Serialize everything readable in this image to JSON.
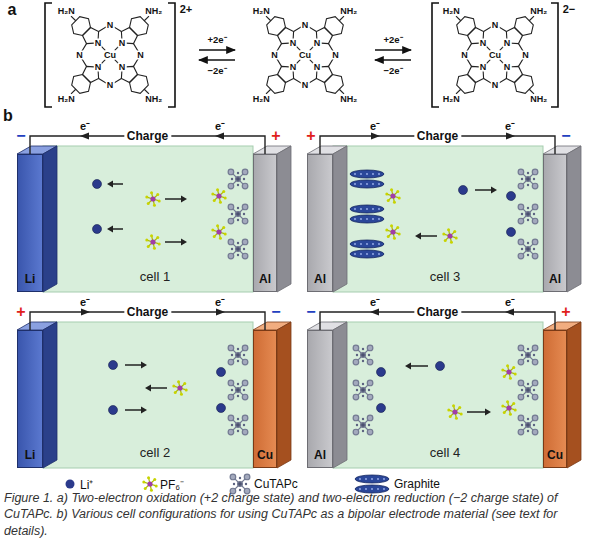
{
  "diagram": {
    "caption": "Figure 1. a) Two-electron oxidation (+2 charge state) and two-electron reduction (−2 charge state) of CuTAPc. b) Various cell configurations for using CuTAPc as a bipolar electrode material (see text for details).",
    "nodes": [
      {
        "text": [
          "Li"
        ]
      },
      {
        "text": [
          "cell 1"
        ]
      },
      {
        "text": [
          "Al"
        ]
      },
      {
        "text": [
          "Al"
        ]
      },
      {
        "text": [
          "cell 3"
        ]
      },
      {
        "text": [
          "Al"
        ]
      },
      {
        "text": [
          "Li"
        ]
      },
      {
        "text": [
          "cell 2"
        ]
      },
      {
        "text": [
          "Cu"
        ]
      },
      {
        "text": [
          "Al"
        ]
      },
      {
        "text": [
          "cell 4"
        ]
      },
      {
        "text": [
          "Cu"
        ]
      }
    ],
    "edges": [
      {
        "from": 0,
        "to": 2,
        "label": "Charge",
        "arrow": "none"
      },
      {
        "from": 3,
        "to": 5,
        "label": "Charge",
        "arrow": "none"
      },
      {
        "from": 6,
        "to": 8,
        "label": "Charge",
        "arrow": "none"
      },
      {
        "from": 9,
        "to": 11,
        "label": "Charge",
        "arrow": "none"
      }
    ],
    "labels": [
      "a",
      "2+",
      "2−",
      "+2e⁻",
      "−2e⁻",
      "+2e⁻",
      "−2e⁻",
      "H₂N",
      "NH₂",
      "H₂N",
      "NH₂",
      "Cu",
      "N",
      "N",
      "N",
      "N",
      "N",
      "N",
      "N",
      "N",
      "H₂N",
      "NH₂",
      "H₂N",
      "NH₂",
      "Cu",
      "N",
      "N",
      "N",
      "N",
      "N",
      "N",
      "N",
      "N",
      "H₂N",
      "NH₂",
      "H₂N",
      "NH₂",
      "Cu",
      "N",
      "N",
      "N",
      "N",
      "N",
      "N",
      "N",
      "N",
      "b",
      "−",
      "+",
      "e⁻",
      "e⁻",
      "+",
      "−",
      "e⁻",
      "e⁻",
      "+",
      "−",
      "e⁻",
      "e⁻",
      "−",
      "+",
      "e⁻",
      "e⁻"
    ],
    "legend": [
      {
        "text": "Li⁺",
        "color": "#2b3a8c"
      },
      {
        "text": "PF₆⁻"
      },
      {
        "text": "CuTAPc"
      },
      {
        "text": "Graphite"
      }
    ]
  }
}
